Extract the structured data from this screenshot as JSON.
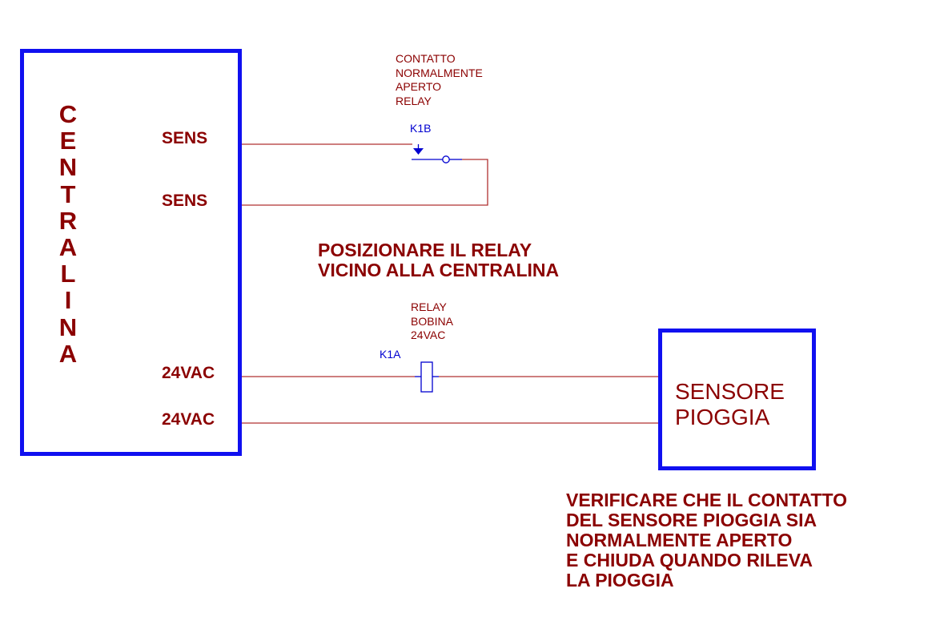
{
  "centralina": {
    "letters": [
      "C",
      "E",
      "N",
      "T",
      "R",
      "A",
      "L",
      "I",
      "N",
      "A"
    ],
    "terminals": {
      "sens_1": "SENS",
      "sens_2": "SENS",
      "vac_1": "24VAC",
      "vac_2": "24VAC"
    }
  },
  "relay_contact": {
    "description": [
      "CONTATTO",
      "NORMALMENTE",
      "APERTO",
      "RELAY"
    ],
    "designator": "K1B"
  },
  "relay_coil": {
    "description": [
      "RELAY",
      "BOBINA",
      "24VAC"
    ],
    "designator": "K1A"
  },
  "sensor": {
    "label_line1": "SENSORE",
    "label_line2": "PIOGGIA"
  },
  "notes": {
    "relay_position": [
      "POSIZIONARE IL RELAY",
      "VICINO ALLA CENTRALINA"
    ],
    "sensor_check": [
      "VERIFICARE CHE IL CONTATTO",
      "DEL SENSORE PIOGGIA SIA",
      "NORMALMENTE APERTO",
      "E CHIUDA QUANDO RILEVA",
      "LA PIOGGIA"
    ]
  },
  "colors": {
    "box_border": "#1010f0",
    "text_dark_red": "#8b0000",
    "wire": "#b03030",
    "relay_symbol": "#0000d0"
  }
}
